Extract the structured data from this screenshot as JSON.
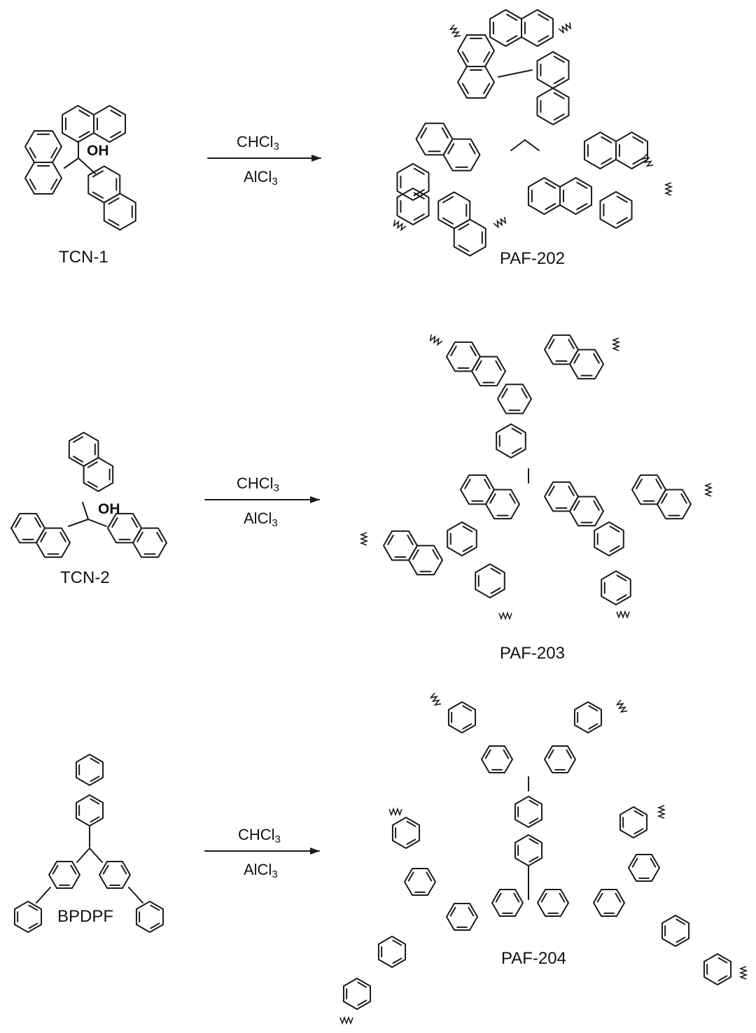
{
  "reactions": [
    {
      "reactant": {
        "name": "TCN-1",
        "oh": "OH"
      },
      "product": {
        "name": "PAF-202"
      },
      "conditions": {
        "solvent": "CHCl",
        "solvent_sub": "3",
        "catalyst": "AlCl",
        "catalyst_sub": "3"
      }
    },
    {
      "reactant": {
        "name": "TCN-2",
        "oh": "OH"
      },
      "product": {
        "name": "PAF-203"
      },
      "conditions": {
        "solvent": "CHCl",
        "solvent_sub": "3",
        "catalyst": "AlCl",
        "catalyst_sub": "3"
      }
    },
    {
      "reactant": {
        "name": "BPDPF"
      },
      "product": {
        "name": "PAF-204"
      },
      "conditions": {
        "solvent": "CHCl",
        "solvent_sub": "3",
        "catalyst": "AlCl",
        "catalyst_sub": "3"
      }
    }
  ]
}
